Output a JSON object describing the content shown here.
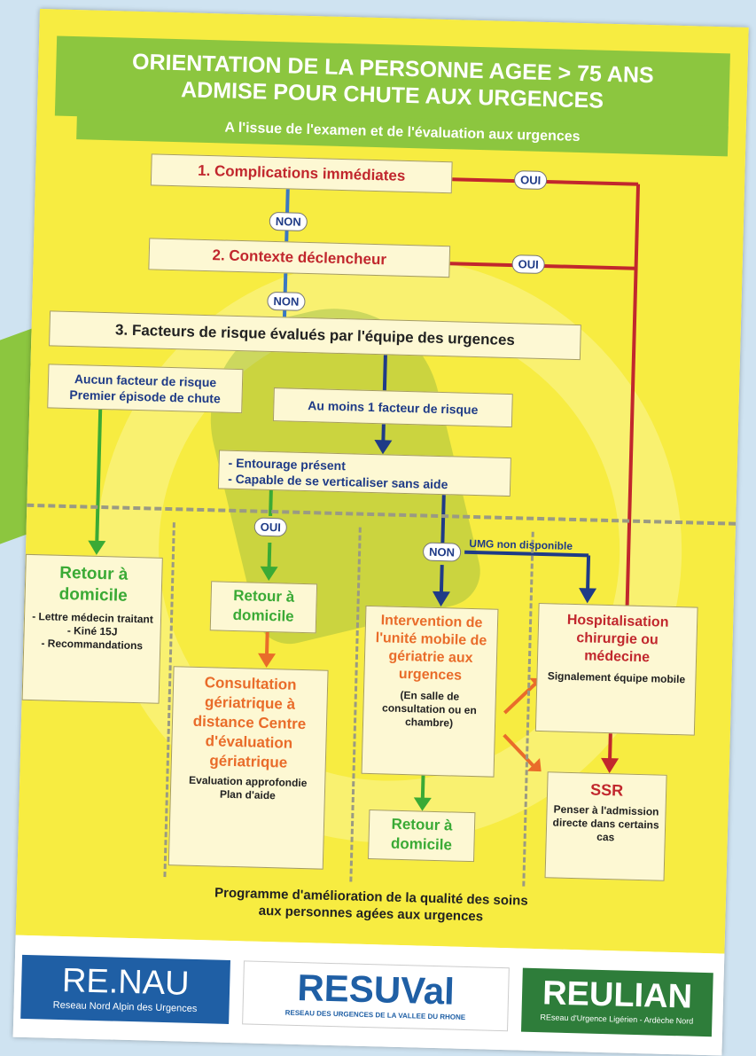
{
  "title": {
    "line1": "ORIENTATION DE LA PERSONNE AGEE > 75 ANS",
    "line2": "ADMISE POUR CHUTE AUX URGENCES"
  },
  "subtitle": "A l'issue de l'examen et de l'évaluation aux urgences",
  "steps": {
    "step1": "1. Complications immédiates",
    "step2": "2. Contexte déclencheur",
    "step3": "3. Facteurs de risque évalués par l'équipe des urgences"
  },
  "labels": {
    "oui": "OUI",
    "non": "NON",
    "umg_non_dispo": "UMG non disponible"
  },
  "risk": {
    "none_line1": "Aucun facteur de risque",
    "none_line2": "Premier épisode de chute",
    "atleast": "Au moins 1 facteur de risque",
    "entourage": "- Entourage présent",
    "capable": "- Capable de se verticaliser sans aide"
  },
  "outcomes": {
    "retour1_title": "Retour à domicile",
    "retour1_items": [
      "- Lettre médecin traitant",
      "- Kiné 15J",
      "- Recommandations"
    ],
    "retour2_title": "Retour à domicile",
    "consult_title": "Consultation gériatrique à distance Centre d'évaluation gériatrique",
    "consult_items": [
      "Evaluation approfondie",
      "Plan d'aide"
    ],
    "umg_title": "Intervention de l'unité mobile de gériatrie aux urgences",
    "umg_note": "(En salle de consultation ou en chambre)",
    "retour3_title": "Retour à domicile",
    "hosp_title": "Hospitalisation chirurgie ou médecine",
    "hosp_note": "Signalement équipe mobile",
    "ssr_title": "SSR",
    "ssr_note": "Penser à l'admission directe dans certains cas"
  },
  "footer": {
    "line1": "Programme d'amélioration de la qualité des soins",
    "line2": "aux personnes agées aux urgences"
  },
  "logos": {
    "renau": "RE.NAU",
    "renau_sub": "Reseau Nord Alpin des Urgences",
    "resuval": "RESUVal",
    "resuval_sub": "RESEAU DES URGENCES DE LA VALLEE DU RHONE",
    "reulian": "REULIAN",
    "reulian_sub": "REseau d'Urgence Ligérien - Ardèche Nord"
  },
  "colors": {
    "green": "#8cc63f",
    "yellow": "#f7ec41",
    "red": "#c1272d",
    "blue": "#1f3b87",
    "orange": "#e96c2a",
    "text_green": "#3aaa35"
  }
}
